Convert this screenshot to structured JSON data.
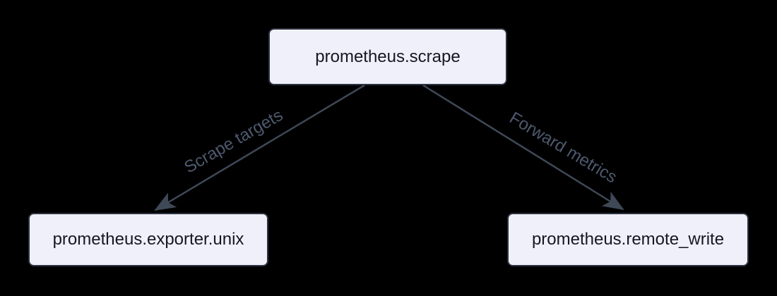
{
  "diagram": {
    "type": "flowchart",
    "background_color": "#000000",
    "nodes": [
      {
        "id": "prometheus-scrape",
        "label": "prometheus.scrape"
      },
      {
        "id": "prometheus-exporter-unix",
        "label": "prometheus.exporter.unix"
      },
      {
        "id": "prometheus-remote-write",
        "label": "prometheus.remote_write"
      }
    ],
    "edges": [
      {
        "from": "prometheus-scrape",
        "to": "prometheus-exporter-unix",
        "label": "Scrape targets"
      },
      {
        "from": "prometheus-scrape",
        "to": "prometheus-remote-write",
        "label": "Forward metrics"
      }
    ],
    "colors": {
      "node_fill": "#f0f0fa",
      "node_border": "#2d3340",
      "node_text": "#15181f",
      "edge_line": "#3f4856",
      "edge_label_text": "#4e596e"
    }
  }
}
